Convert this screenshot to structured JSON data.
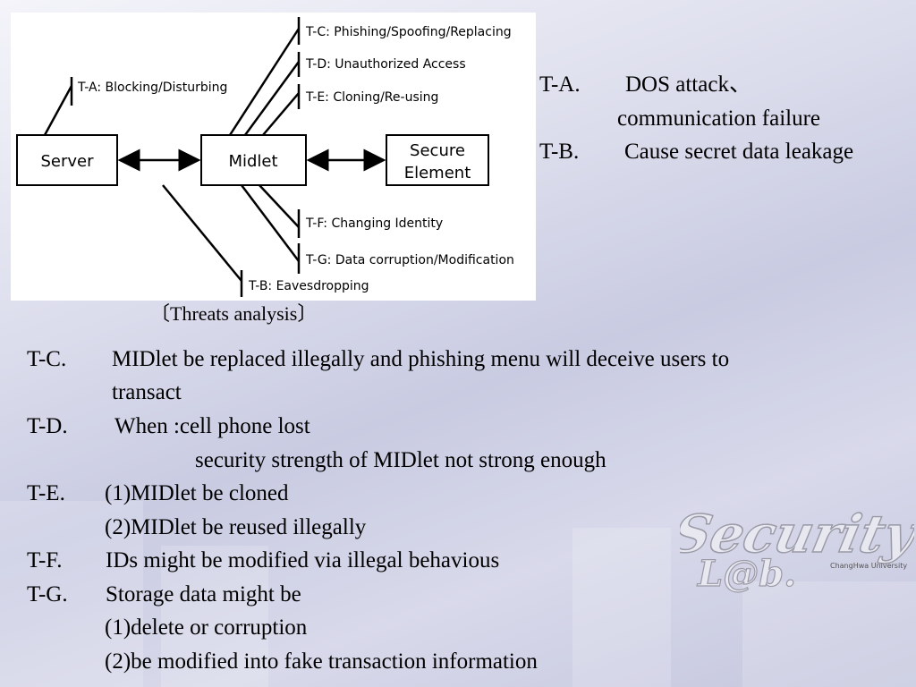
{
  "diagram": {
    "nodes": {
      "server": "Server",
      "midlet": "Midlet",
      "secure_line1": "Secure",
      "secure_line2": "Element"
    },
    "threat_labels": {
      "ta": "T-A: Blocking/Disturbing",
      "tb": "T-B: Eavesdropping",
      "tc": "T-C: Phishing/Spoofing/Replacing",
      "td": "T-D: Unauthorized Access",
      "te": "T-E: Cloning/Re-using",
      "tf": "T-F: Changing Identity",
      "tg": "T-G: Data corruption/Modification"
    },
    "caption": "〔Threats analysis〕"
  },
  "right_notes": {
    "ta_code": "T-A.",
    "ta_line1": "DOS attack、",
    "ta_line2": "communication failure",
    "tb_code": "T-B.",
    "tb_text": "Cause secret data leakage"
  },
  "details": {
    "tc_code": "T-C.",
    "tc_line1": "MIDlet be replaced illegally and phishing  menu will deceive users to",
    "tc_line2": "transact",
    "td_code": "T-D.",
    "td_line1": "When :cell  phone  lost",
    "td_line2": "security  strength  of  MIDlet  not  strong   enough",
    "te_code": "T-E.",
    "te_line1": "(1)MIDlet  be  cloned",
    "te_line2": "(2)MIDlet  be  reused  illegally",
    "tf_code": "T-F.",
    "tf_line1": "IDs  might  be  modified  via  illegal  behavious",
    "tg_code": "T-G.",
    "tg_line1": "Storage  data  might  be",
    "tg_line2": "(1)delete  or  corruption",
    "tg_line3": "(2)be  modified  into  fake  transaction  information"
  },
  "logo": {
    "word1": "Security",
    "word2": "L@b.",
    "org": "ChangHwa University",
    "icon": "security-lab-logo"
  }
}
